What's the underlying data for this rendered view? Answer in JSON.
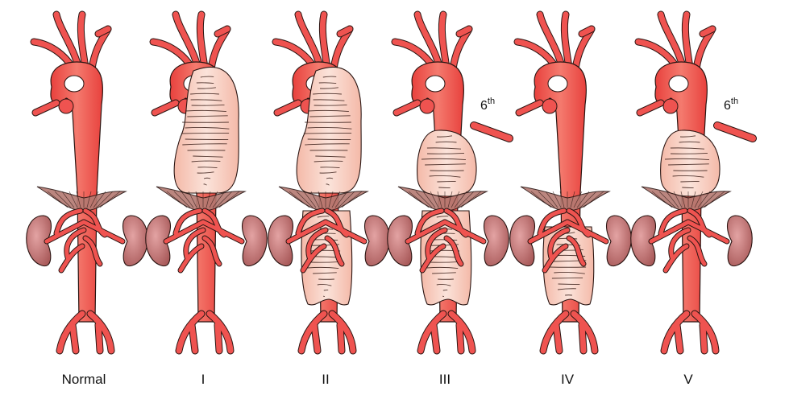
{
  "figure": {
    "panels": [
      {
        "id": "normal",
        "label": "Normal",
        "aneurysm": "none"
      },
      {
        "id": "type-1",
        "label": "I",
        "aneurysm": "full-thoracic"
      },
      {
        "id": "type-2",
        "label": "II",
        "aneurysm": "thoracoabdominal-full"
      },
      {
        "id": "type-3",
        "label": "III",
        "aneurysm": "from-6th-rib",
        "rib_label": {
          "base": "6",
          "sup": "th"
        }
      },
      {
        "id": "type-4",
        "label": "IV",
        "aneurysm": "abdominal"
      },
      {
        "id": "type-5",
        "label": "V",
        "aneurysm": "from-6th-rib-thoracic",
        "rib_label": {
          "base": "6",
          "sup": "th"
        }
      }
    ],
    "colors": {
      "aorta": "#ef5350",
      "aorta_light": "#f6a59a",
      "aneurysm_fill": "#f9d6cb",
      "aneurysm_stripe": "#3a1d18",
      "kidney": "#c97b7b",
      "kidney_dark": "#8a4444",
      "diaphragm": "#b47a72",
      "outline": "#2a1512"
    }
  }
}
